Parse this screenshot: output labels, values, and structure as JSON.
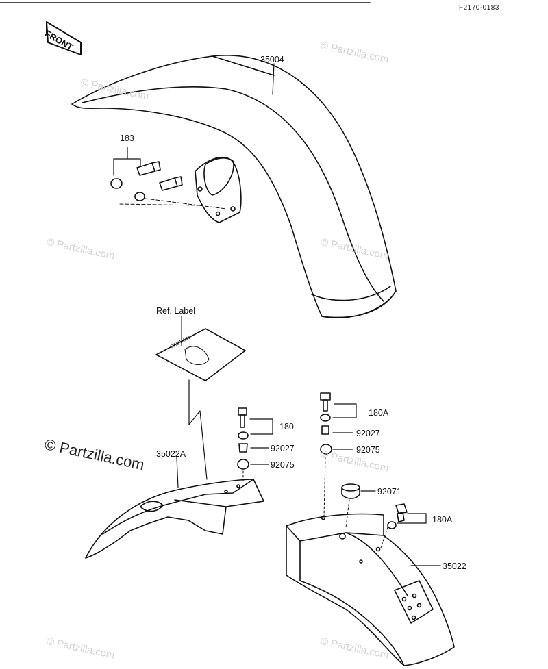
{
  "figure_code": "F2170-0183",
  "front_badge": "FRONT",
  "ref_label_caption": "Ref. Label",
  "label_sticker_word": "CAUTION",
  "watermark_small": "© Partzilla.com",
  "watermark_large": "© Partzilla.com",
  "parts": {
    "front_fender": "35004",
    "bolt_set_front": "183",
    "bolt_180": "180",
    "bolt_180a_top": "180A",
    "bolt_180a_side": "180A",
    "collar_92027_a": "92027",
    "collar_92027_b": "92027",
    "grommet_92075_a": "92075",
    "grommet_92075_b": "92075",
    "damper_92071": "92071",
    "flap_35022a": "35022A",
    "rear_fender": "35022"
  }
}
